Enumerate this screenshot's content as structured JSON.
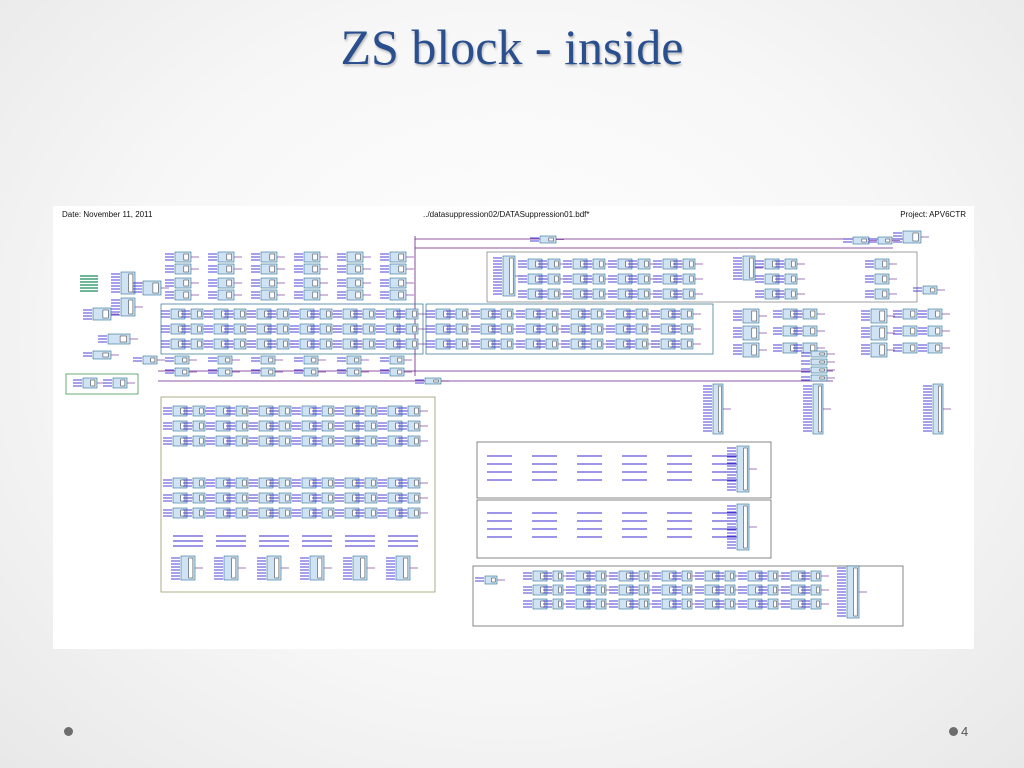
{
  "slide": {
    "title": "ZS block - inside",
    "page_number": "4"
  },
  "schematic": {
    "header": {
      "date": "Date: November 11, 2011",
      "file_path": "../datasuppression02/DATASuppression01.bdf*",
      "project": "Project: APV6CTR"
    }
  },
  "colors": {
    "title": "#2a4f8f",
    "wire": "#6b1f8a",
    "block_fill": "#cfe3f5",
    "block_stroke": "#2b6f8f",
    "pin_text": "#3b2bd1",
    "group_border": "#8a8a55",
    "dot": "#6d6d6d"
  },
  "icons": {
    "left_dot": "bullet-dot-icon",
    "right_dot": "bullet-dot-icon"
  }
}
